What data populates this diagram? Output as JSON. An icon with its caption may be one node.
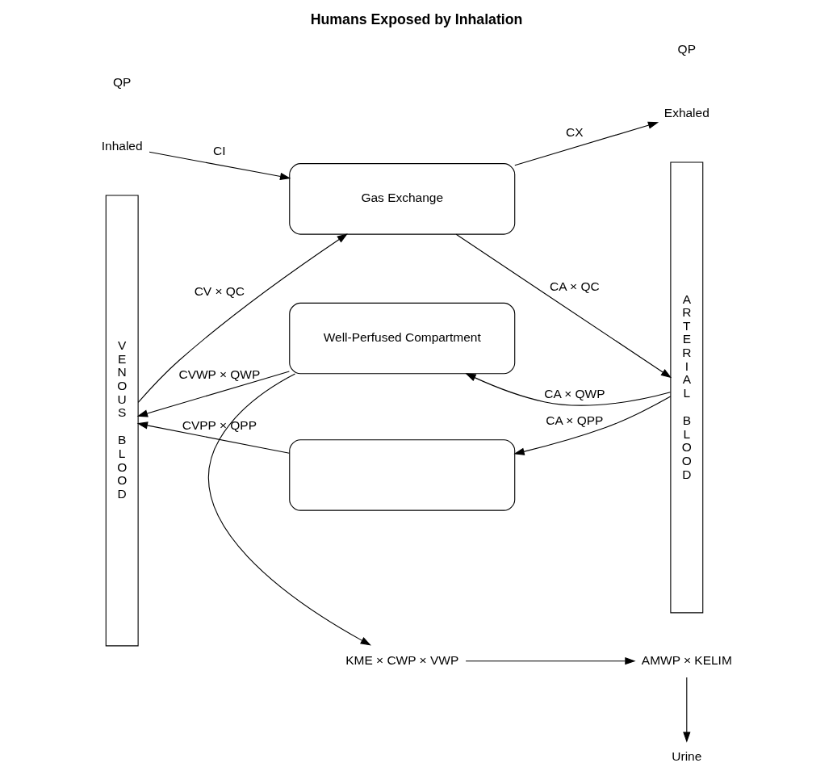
{
  "diagram": {
    "title": "Humans Exposed by Inhalation",
    "nodes": [
      {
        "text": [
          "Inhaled"
        ]
      },
      {
        "text": [
          "Exhaled"
        ]
      },
      {
        "text": [
          "Gas Exchange"
        ]
      },
      {
        "text": [
          "VENOUS BLOOD"
        ]
      },
      {
        "text": [
          "ARTERIAL BLOOD"
        ]
      },
      {
        "text": [
          "Urine"
        ]
      },
      {
        "text": [
          "KME × CWP × VWP"
        ]
      },
      {
        "text": [
          "AMWP × KELIM"
        ]
      },
      {
        "text": [
          "Well-Perfused Compartment"
        ]
      },
      {
        "text": [],
        "shape": "box"
      }
    ],
    "edges": [
      {
        "from": 0,
        "to": 2,
        "arrow": "to",
        "label": "CI"
      },
      {
        "from": 2,
        "to": 1,
        "arrow": "to",
        "label": "CX"
      },
      {
        "from": 3,
        "to": 2,
        "arrow": "to",
        "label": "CV × QC"
      },
      {
        "from": 2,
        "to": 4,
        "arrow": "to",
        "label": "CA × QC"
      },
      {
        "from": 8,
        "to": 6,
        "arrow": "to"
      },
      {
        "from": 6,
        "to": 7,
        "arrow": "to"
      },
      {
        "from": 7,
        "to": 5,
        "arrow": "to"
      },
      {
        "from": 8,
        "to": 3,
        "arrow": "to",
        "label": "CVWP × QWP"
      },
      {
        "from": 4,
        "to": 8,
        "arrow": "to",
        "label": "CA × QWP"
      },
      {
        "from": 9,
        "to": 3,
        "arrow": "to",
        "label": "CVPP × QPP"
      },
      {
        "from": 4,
        "to": 9,
        "arrow": "to",
        "label": "CA × QPP"
      }
    ],
    "labels": [
      "QP",
      "QP"
    ]
  }
}
